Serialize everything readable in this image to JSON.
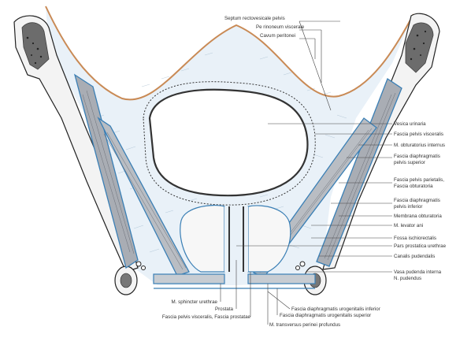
{
  "colors": {
    "background": "#ffffff",
    "peritoneum": "#c98a55",
    "fascia": "#3a7fb5",
    "fat_fill": "#e9f1f8",
    "muscle_fill": "#a9adb4",
    "bone_fill": "#f3f3f3",
    "bone_dots": "#222222",
    "label_text": "#333333",
    "leader": "#444444"
  },
  "labels": {
    "top": [
      "Septum rectovesicale pelvis",
      "Pe rinoneum viscerale",
      "Cavum peritonei"
    ],
    "right": [
      "Vesica urinaria",
      "Fascia pelvis visceralis",
      "M. obturatorius internus",
      "Fascia diaphragmatis",
      "pelvis superior",
      "Fascia pelvis parietalis,",
      "Fascia obturatoria",
      "Fascia diaphragmatis",
      "pelvis inferior",
      "Membrana obturatoria",
      "M. levator ani",
      "Fossa ischiorectalis",
      "Pars prostatica urethrae",
      "Canalis pudendalis",
      "Vasa pudenda interna",
      "N. pudendus"
    ],
    "bottom": [
      "M. sphincter urethrae",
      "Prostata",
      "Fascia pelvis visceralis, Fascia prostatae",
      "Fascia diaphragmatis urogenitalis inferior",
      "Fascia diaphragmatis urogenitalis superior",
      "M. transversus perinei profundus"
    ]
  },
  "icons": {
    "left_hip_bone": "pelvic-bone-icon",
    "right_hip_bone": "pelvic-bone-icon",
    "bladder": "bladder-icon",
    "prostate": "prostate-icon",
    "pudendal_canal": "nerve-vessel-bundle-icon"
  }
}
